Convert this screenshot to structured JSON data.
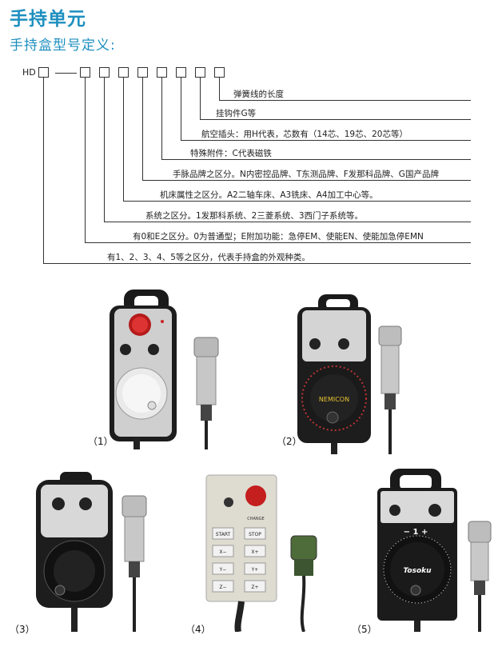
{
  "title": "手持单元",
  "subtitle": "手持盒型号定义:",
  "model_code": {
    "prefix": "HD",
    "dash": "—"
  },
  "definitions": [
    "弹簧线的长度",
    "挂钩件G等",
    "航空插头：用H代表，芯数有（14芯、19芯、20芯等）",
    "特殊附件：C代表磁铁",
    "手脉品牌之区分。N内密控品牌、T东测品牌、F发那科品牌、G国产品牌",
    "机床属性之区分。A2二轴车床、A3铣床、A4加工中心等。",
    "系统之区分。1发那科系统、2三菱系统、3西门子系统等。",
    "有0和E之区分。0为普通型；E附加功能：急停EM、使能EN、使能加急停EMN",
    "有1、2、3、4、5等之区分，代表手持盒的外观种类。"
  ],
  "products": [
    {
      "caption": "（1）"
    },
    {
      "caption": "（2）",
      "brand": "NEMICON"
    },
    {
      "caption": "（3）"
    },
    {
      "caption": "（4）",
      "buttons": [
        "START",
        "STOP",
        "X−",
        "X+",
        "Y−",
        "Y+",
        "Z−",
        "Z+"
      ],
      "change_label": "CHANGE"
    },
    {
      "caption": "（5）",
      "brand": "Tosoku",
      "dial_label": "− 1 +"
    }
  ]
}
